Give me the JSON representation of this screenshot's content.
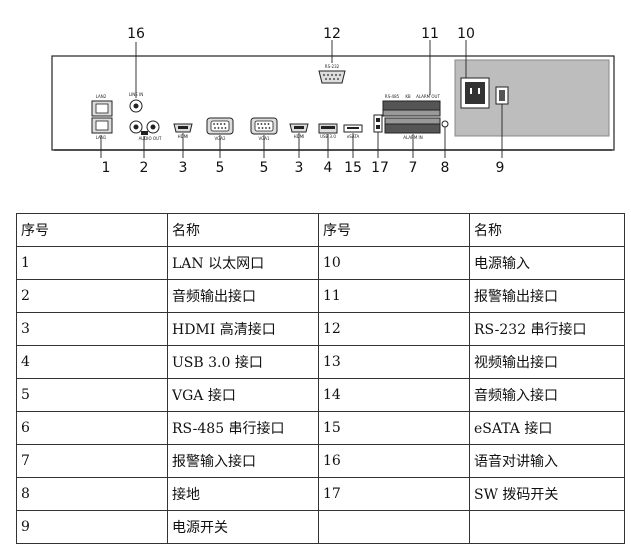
{
  "panel": {
    "port_labels": {
      "lan2": "LAN2",
      "lan1": "LAN1",
      "line_in": "LINE IN",
      "audio_out": "AUDIO OUT",
      "hdmi_left": "HDMI",
      "vga2": "VGA2",
      "vga1": "VGA1",
      "hdmi_right": "HDMI",
      "usb": "USB 3.0",
      "esata": "eSATA",
      "rs232": "RS-232",
      "rs485": "RS-485",
      "kb": "KB",
      "alarm_out": "ALARM OUT",
      "alarm_in": "ALARM IN"
    },
    "callouts": {
      "c16": "16",
      "c12": "12",
      "c11": "11",
      "c10": "10",
      "b1": "1",
      "b2": "2",
      "b3a": "3",
      "b5a": "5",
      "b5b": "5",
      "b3b": "3",
      "b4": "4",
      "b15": "15",
      "b17": "17",
      "b7": "7",
      "b8": "8",
      "b9": "9"
    }
  },
  "legend_table": {
    "headers": [
      "序号",
      "名称",
      "序号",
      "名称"
    ],
    "rows": [
      [
        "1",
        "LAN 以太网口",
        "10",
        "电源输入"
      ],
      [
        "2",
        "音频输出接口",
        "11",
        "报警输出接口"
      ],
      [
        "3",
        "HDMI 高清接口",
        "12",
        "RS-232 串行接口"
      ],
      [
        "4",
        "USB 3.0 接口",
        "13",
        "视频输出接口"
      ],
      [
        "5",
        "VGA 接口",
        "14",
        "音频输入接口"
      ],
      [
        "6",
        "RS-485 串行接口",
        "15",
        "eSATA 接口"
      ],
      [
        "7",
        "报警输入接口",
        "16",
        "语音对讲输入"
      ],
      [
        "8",
        "接地",
        "17",
        "SW 拨码开关"
      ],
      [
        "9",
        "电源开关",
        "",
        ""
      ]
    ]
  }
}
